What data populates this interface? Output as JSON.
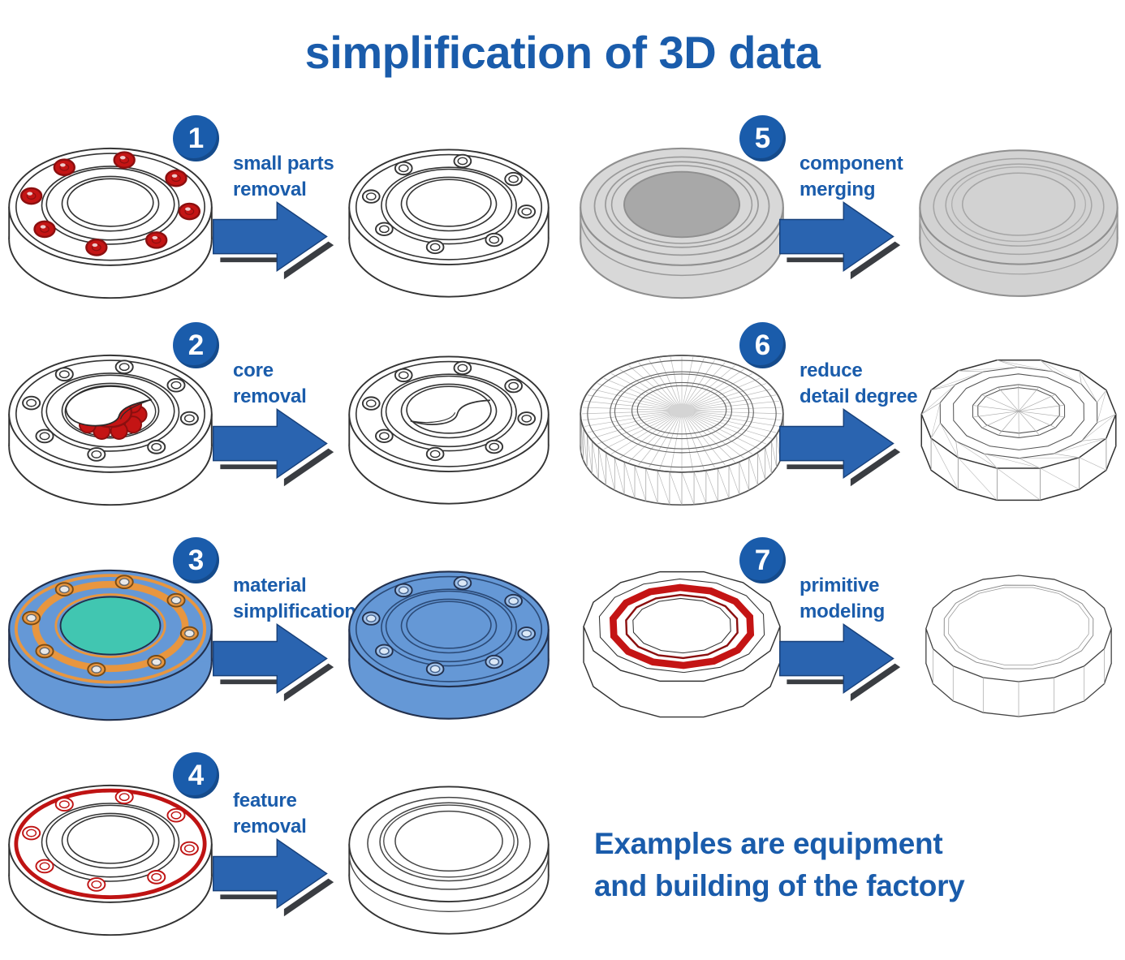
{
  "title": "simplification of 3D data",
  "footer_lines": [
    "Examples are equipment",
    "and building of the factory"
  ],
  "colors": {
    "accent_blue": "#1a5cab",
    "arrow_blue": "#2a64b0",
    "arrow_shadow": "#3a3d42",
    "model_red": "#c41414",
    "model_red_dark": "#8b0f0f",
    "model_blue": "#6598d6",
    "model_teal": "#41c6b1",
    "model_orange": "#e8963f",
    "model_gray": "#d6d6d6"
  },
  "steps": [
    {
      "number": "1",
      "lines": [
        "small parts",
        "removal"
      ],
      "before_icon": "flange-with-red-bolts-model",
      "after_icon": "flange-with-bolt-holes-model"
    },
    {
      "number": "2",
      "lines": [
        "core",
        "removal"
      ],
      "before_icon": "flange-cutaway-red-core-model",
      "after_icon": "flange-cutaway-empty-model"
    },
    {
      "number": "3",
      "lines": [
        "material",
        "simplification"
      ],
      "before_icon": "flange-multi-material-model",
      "after_icon": "flange-single-material-model"
    },
    {
      "number": "4",
      "lines": [
        "feature",
        "removal"
      ],
      "before_icon": "flange-red-feature-rim-model",
      "after_icon": "plain-cylinder-model"
    },
    {
      "number": "5",
      "lines": [
        "component",
        "merging"
      ],
      "before_icon": "gray-component-assembly-model",
      "after_icon": "gray-merged-solid-model"
    },
    {
      "number": "6",
      "lines": [
        "reduce",
        "detail degree"
      ],
      "before_icon": "dense-wireframe-mesh-model",
      "after_icon": "coarse-wireframe-mesh-model"
    },
    {
      "number": "7",
      "lines": [
        "primitive",
        "modeling"
      ],
      "before_icon": "faceted-cylinder-red-ring-model",
      "after_icon": "primitive-faceted-cylinder-model"
    }
  ]
}
